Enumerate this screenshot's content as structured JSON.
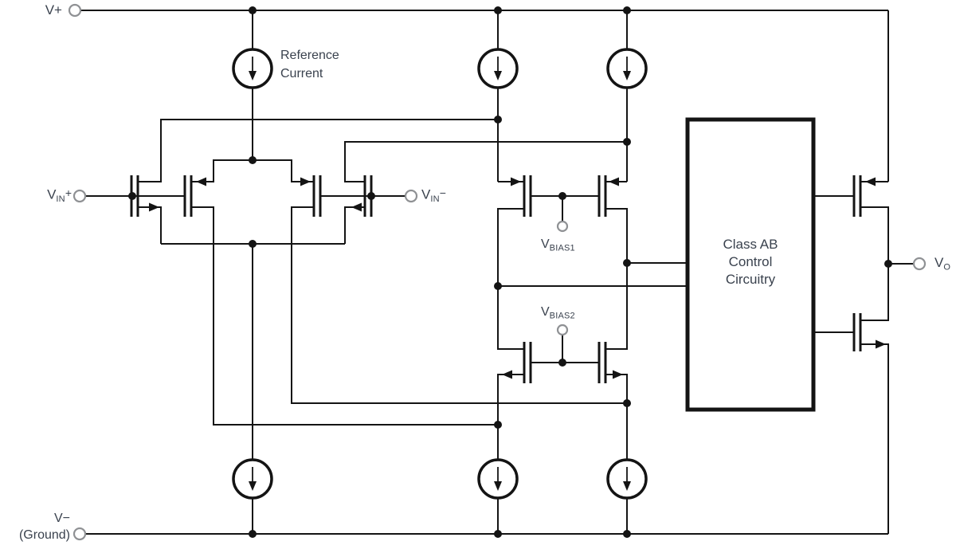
{
  "colors": {
    "wire": "#141414",
    "text": "#3a424e",
    "terminal": "#8f9194",
    "bg": "#ffffff"
  },
  "rails": {
    "vplus": "V+",
    "vminus": "V−",
    "ground_note": "(Ground)"
  },
  "reference_source": {
    "line1": "Reference",
    "line2": "Current"
  },
  "terminals": {
    "vin_plus": {
      "base": "V",
      "sub": "IN",
      "sign": "+"
    },
    "vin_minus": {
      "base": "V",
      "sub": "IN",
      "sign": "−"
    },
    "vbias1": {
      "base": "V",
      "sub": "BIAS1"
    },
    "vbias2": {
      "base": "V",
      "sub": "BIAS2"
    },
    "vout": {
      "base": "V",
      "sub": "O"
    }
  },
  "class_ab": {
    "line1": "Class AB",
    "line2": "Control",
    "line3": "Circuitry"
  }
}
